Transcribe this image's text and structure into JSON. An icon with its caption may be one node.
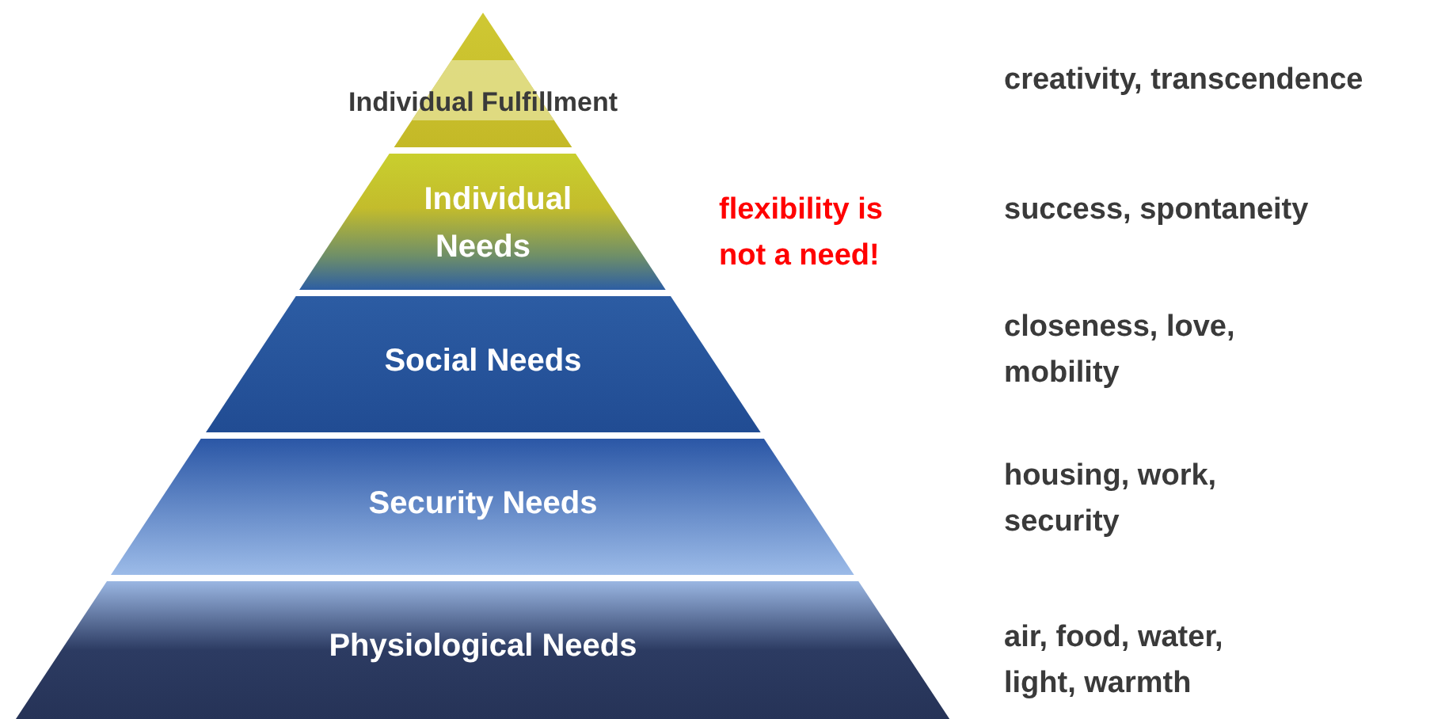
{
  "diagram": {
    "nodes": [
      {
        "text": [
          "Individual Fulfillment"
        ]
      },
      {
        "text": [
          "Individual Needs"
        ]
      },
      {
        "text": [
          "Social Needs"
        ]
      },
      {
        "text": [
          "Security Needs"
        ]
      },
      {
        "text": [
          "Physiological Needs"
        ]
      }
    ],
    "labels": [
      "creativity, transcendence",
      "flexibility is not a need!",
      "success, spontaneity",
      "closeness, love, mobility",
      "housing, work, security",
      "air, food, water, light, warmth"
    ]
  }
}
